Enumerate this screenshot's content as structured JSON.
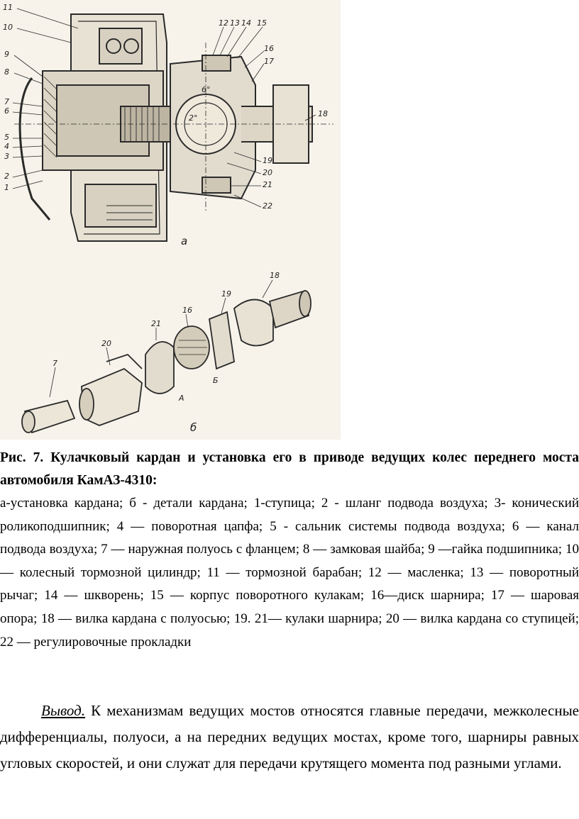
{
  "figure": {
    "callouts_a": [
      "1",
      "2",
      "3",
      "4",
      "5",
      "6",
      "7",
      "8",
      "9",
      "10",
      "11",
      "12",
      "13",
      "14",
      "15",
      "16",
      "17",
      "18",
      "19",
      "20",
      "21",
      "22"
    ],
    "angle_marks": [
      "6°",
      "2°"
    ],
    "panel_a_label": "а",
    "callouts_b": [
      "7",
      "20",
      "21",
      "16",
      "19",
      "18",
      "A",
      "Б"
    ],
    "panel_b_label": "б"
  },
  "caption": {
    "title": "Рис. 7. Кулачковый кардан и установка его в приводе ведущих колес переднего моста автомобиля КамАЗ-4310:",
    "legend": "а-установка кардана; б - детали кардана; 1-ступица; 2 - шланг подвода воздуха; 3- конический роликоподшипник; 4 — поворотная цапфа; 5 - сальник системы подвода воздуха; 6 — канал подвода воздуха; 7 — наружная полуось с фланцем; 8 — замковая шайба; 9 —гайка подшипника; 10 — колесный тормозной цилиндр; 11 — тормозной барабан; 12 — масленка; 13 — поворотный рычаг; 14 — шкворень; 15 — корпус поворотного кулакам; 16—диск шарнира; 17 — шаровая опора; 18 — вилка кардана с полуосью; 19. 21— кулаки шарнира; 20 — вилка кардана со ступицей; 22 — регулировочные прокладки"
  },
  "conclusion": {
    "label": "Вывод.",
    "text": " К механизмам ведущих мостов относятся главные передачи, межколесные дифференциалы, полуоси, а на передних ведущих мостах, кроме того, шарниры равных угловых скоростей, и они служат для передачи крутящего момента под разными углами."
  }
}
